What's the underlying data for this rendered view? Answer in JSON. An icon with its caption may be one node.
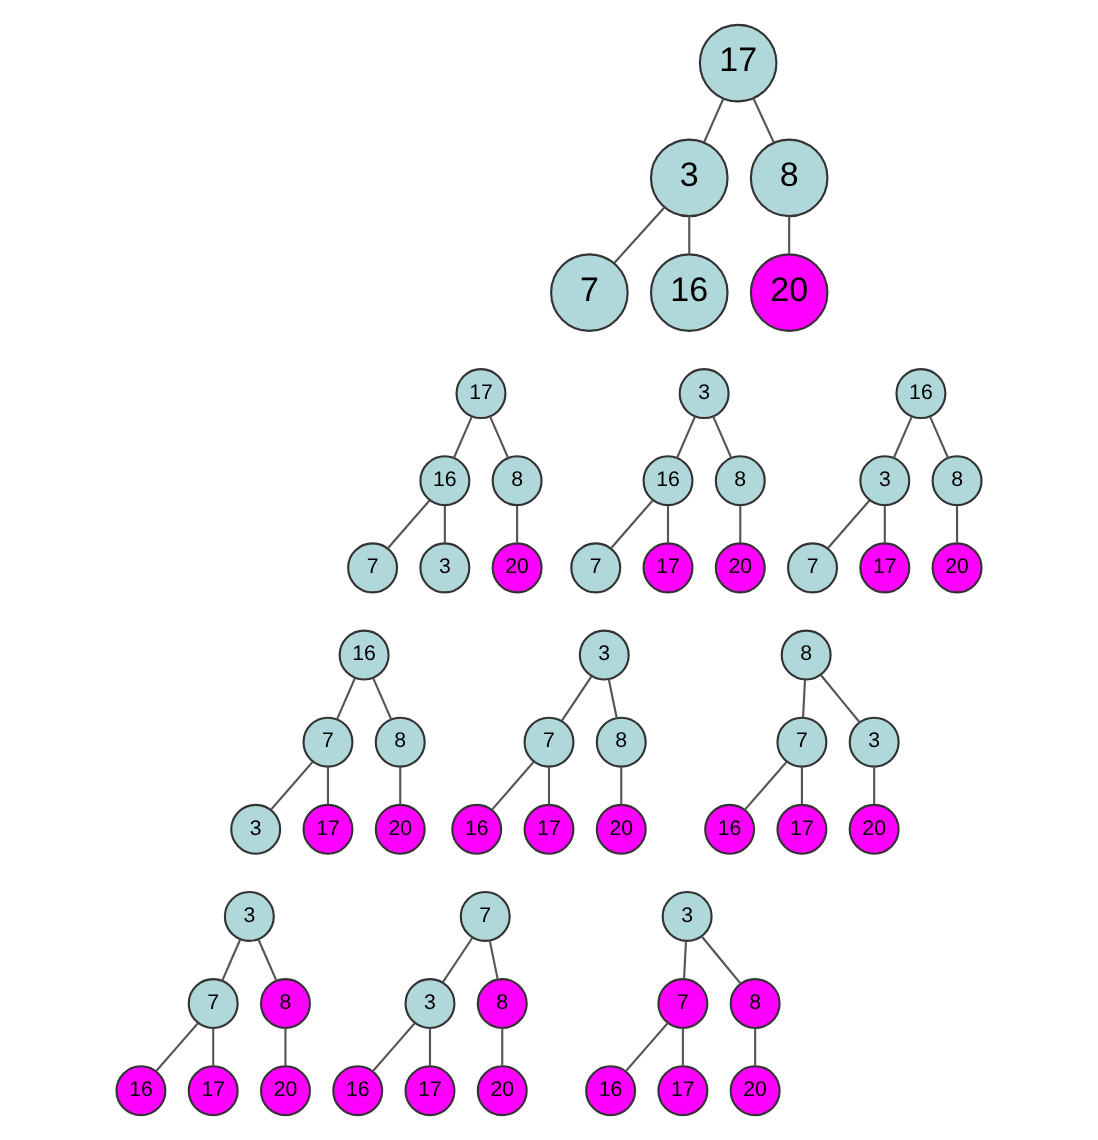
{
  "diagram": {
    "nodes": [
      {
        "text": [
          "17"
        ]
      },
      {
        "text": [
          "3"
        ]
      },
      {
        "text": [
          "8"
        ]
      },
      {
        "text": [
          "7"
        ]
      },
      {
        "text": [
          "16"
        ]
      },
      {
        "text": [
          "20"
        ]
      },
      {
        "text": [
          "17"
        ]
      },
      {
        "text": [
          "16"
        ]
      },
      {
        "text": [
          "8"
        ]
      },
      {
        "text": [
          "7"
        ]
      },
      {
        "text": [
          "3"
        ]
      },
      {
        "text": [
          "20"
        ]
      },
      {
        "text": [
          "3"
        ]
      },
      {
        "text": [
          "16"
        ]
      },
      {
        "text": [
          "8"
        ]
      },
      {
        "text": [
          "7"
        ]
      },
      {
        "text": [
          "17"
        ]
      },
      {
        "text": [
          "20"
        ]
      },
      {
        "text": [
          "16"
        ]
      },
      {
        "text": [
          "3"
        ]
      },
      {
        "text": [
          "8"
        ]
      },
      {
        "text": [
          "7"
        ]
      },
      {
        "text": [
          "17"
        ]
      },
      {
        "text": [
          "20"
        ]
      },
      {
        "text": [
          "16"
        ]
      },
      {
        "text": [
          "7"
        ]
      },
      {
        "text": [
          "8"
        ]
      },
      {
        "text": [
          "3"
        ]
      },
      {
        "text": [
          "17"
        ]
      },
      {
        "text": [
          "20"
        ]
      },
      {
        "text": [
          "3"
        ]
      },
      {
        "text": [
          "7"
        ]
      },
      {
        "text": [
          "8"
        ]
      },
      {
        "text": [
          "16"
        ]
      },
      {
        "text": [
          "17"
        ]
      },
      {
        "text": [
          "20"
        ]
      },
      {
        "text": [
          "8"
        ]
      },
      {
        "text": [
          "7"
        ]
      },
      {
        "text": [
          "3"
        ]
      },
      {
        "text": [
          "16"
        ]
      },
      {
        "text": [
          "17"
        ]
      },
      {
        "text": [
          "20"
        ]
      },
      {
        "text": [
          "3"
        ]
      },
      {
        "text": [
          "7"
        ]
      },
      {
        "text": [
          "8"
        ]
      },
      {
        "text": [
          "16"
        ]
      },
      {
        "text": [
          "17"
        ]
      },
      {
        "text": [
          "20"
        ]
      },
      {
        "text": [
          "7"
        ]
      },
      {
        "text": [
          "3"
        ]
      },
      {
        "text": [
          "8"
        ]
      },
      {
        "text": [
          "16"
        ]
      },
      {
        "text": [
          "17"
        ]
      },
      {
        "text": [
          "20"
        ]
      },
      {
        "text": [
          "3"
        ]
      },
      {
        "text": [
          "7"
        ]
      },
      {
        "text": [
          "8"
        ]
      },
      {
        "text": [
          "16"
        ]
      },
      {
        "text": [
          "17"
        ]
      },
      {
        "text": [
          "20"
        ]
      }
    ],
    "edges": [
      {
        "from": 0,
        "to": 1,
        "arrow": "none"
      },
      {
        "from": 0,
        "to": 2,
        "arrow": "none"
      },
      {
        "from": 1,
        "to": 3,
        "arrow": "none"
      },
      {
        "from": 1,
        "to": 4,
        "arrow": "none"
      },
      {
        "from": 2,
        "to": 5,
        "arrow": "none"
      },
      {
        "from": 6,
        "to": 7,
        "arrow": "none"
      },
      {
        "from": 6,
        "to": 8,
        "arrow": "none"
      },
      {
        "from": 7,
        "to": 9,
        "arrow": "none"
      },
      {
        "from": 7,
        "to": 10,
        "arrow": "none"
      },
      {
        "from": 8,
        "to": 11,
        "arrow": "none"
      },
      {
        "from": 12,
        "to": 13,
        "arrow": "none"
      },
      {
        "from": 12,
        "to": 14,
        "arrow": "none"
      },
      {
        "from": 13,
        "to": 15,
        "arrow": "none"
      },
      {
        "from": 13,
        "to": 16,
        "arrow": "none"
      },
      {
        "from": 14,
        "to": 17,
        "arrow": "none"
      },
      {
        "from": 18,
        "to": 19,
        "arrow": "none"
      },
      {
        "from": 18,
        "to": 20,
        "arrow": "none"
      },
      {
        "from": 19,
        "to": 21,
        "arrow": "none"
      },
      {
        "from": 19,
        "to": 22,
        "arrow": "none"
      },
      {
        "from": 20,
        "to": 23,
        "arrow": "none"
      },
      {
        "from": 24,
        "to": 25,
        "arrow": "none"
      },
      {
        "from": 24,
        "to": 26,
        "arrow": "none"
      },
      {
        "from": 25,
        "to": 27,
        "arrow": "none"
      },
      {
        "from": 25,
        "to": 28,
        "arrow": "none"
      },
      {
        "from": 26,
        "to": 29,
        "arrow": "none"
      },
      {
        "from": 30,
        "to": 31,
        "arrow": "none"
      },
      {
        "from": 30,
        "to": 32,
        "arrow": "none"
      },
      {
        "from": 31,
        "to": 33,
        "arrow": "none"
      },
      {
        "from": 31,
        "to": 34,
        "arrow": "none"
      },
      {
        "from": 32,
        "to": 35,
        "arrow": "none"
      },
      {
        "from": 36,
        "to": 37,
        "arrow": "none"
      },
      {
        "from": 36,
        "to": 38,
        "arrow": "none"
      },
      {
        "from": 37,
        "to": 39,
        "arrow": "none"
      },
      {
        "from": 37,
        "to": 40,
        "arrow": "none"
      },
      {
        "from": 38,
        "to": 41,
        "arrow": "none"
      },
      {
        "from": 42,
        "to": 43,
        "arrow": "none"
      },
      {
        "from": 42,
        "to": 44,
        "arrow": "none"
      },
      {
        "from": 43,
        "to": 45,
        "arrow": "none"
      },
      {
        "from": 43,
        "to": 46,
        "arrow": "none"
      },
      {
        "from": 44,
        "to": 47,
        "arrow": "none"
      },
      {
        "from": 48,
        "to": 49,
        "arrow": "none"
      },
      {
        "from": 48,
        "to": 50,
        "arrow": "none"
      },
      {
        "from": 49,
        "to": 51,
        "arrow": "none"
      },
      {
        "from": 49,
        "to": 52,
        "arrow": "none"
      },
      {
        "from": 50,
        "to": 53,
        "arrow": "none"
      },
      {
        "from": 54,
        "to": 55,
        "arrow": "none"
      },
      {
        "from": 54,
        "to": 56,
        "arrow": "none"
      },
      {
        "from": 55,
        "to": 57,
        "arrow": "none"
      },
      {
        "from": 55,
        "to": 58,
        "arrow": "none"
      },
      {
        "from": 56,
        "to": 59,
        "arrow": "none"
      }
    ]
  }
}
